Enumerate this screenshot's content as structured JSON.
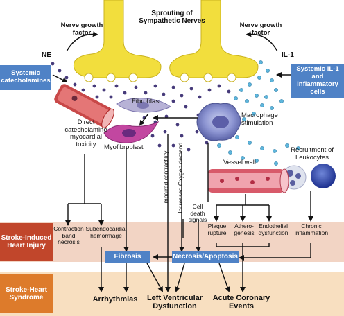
{
  "header": {
    "sprouting": "Sprouting of Sympathetic Nerves"
  },
  "left": {
    "ngf_left": "Nerve growth factor",
    "ne": "NE",
    "systemic_catecholamines": "Systemic catecholamines",
    "direct_toxicity": "Direct catecholamine myocardial toxicity",
    "fibroblast": "Fibroblast",
    "myofibroblast": "Myofibroblast"
  },
  "right": {
    "ngf_right": "Nerve growth factor",
    "il1": "IL-1",
    "systemic_il1": "Systemic IL-1 and inflammatory cells",
    "macrophage": "Macrophage stimulation",
    "recruitment": "Recruitment of Leukocytes",
    "vessel_wall": "Vessel wall"
  },
  "middle": {
    "impaired_contractility": "Impaired contractility",
    "increased_oxygen": "Increased Oxygen demand",
    "cell_death_signals": "Cell death signals",
    "contraction_band": "Contraction band necrosis",
    "subendocardial": "Subendocardial hemorrhage",
    "plaque_rupture": "Plaque rupture",
    "atherogenesis": "Athero- genesis",
    "endothelial": "Endothelial dysfunction",
    "chronic_inflammation": "Chronic inflammation"
  },
  "bands": {
    "heart_injury": "Stroke-Induced Heart Injury",
    "syndrome": "Stroke-Heart Syndrome",
    "fibrosis": "Fibrosis",
    "necrosis": "Necrosis/Apoptosis"
  },
  "outcomes": {
    "arrhythmias": "Arrhythmias",
    "lv_dysfunction": "Left Ventricular Dysfunction",
    "coronary_events": "Acute Coronary Events"
  },
  "colors": {
    "band_injury": "#f2d4c4",
    "band_syndrome": "#f8dfc0",
    "label_injury": "#c1462b",
    "label_syndrome": "#dd7b2b",
    "blue_box": "#4f82c6",
    "nerve": "#f2de3d",
    "ne_dot": "#463a7a",
    "il1_dot": "#5eb6dc"
  }
}
